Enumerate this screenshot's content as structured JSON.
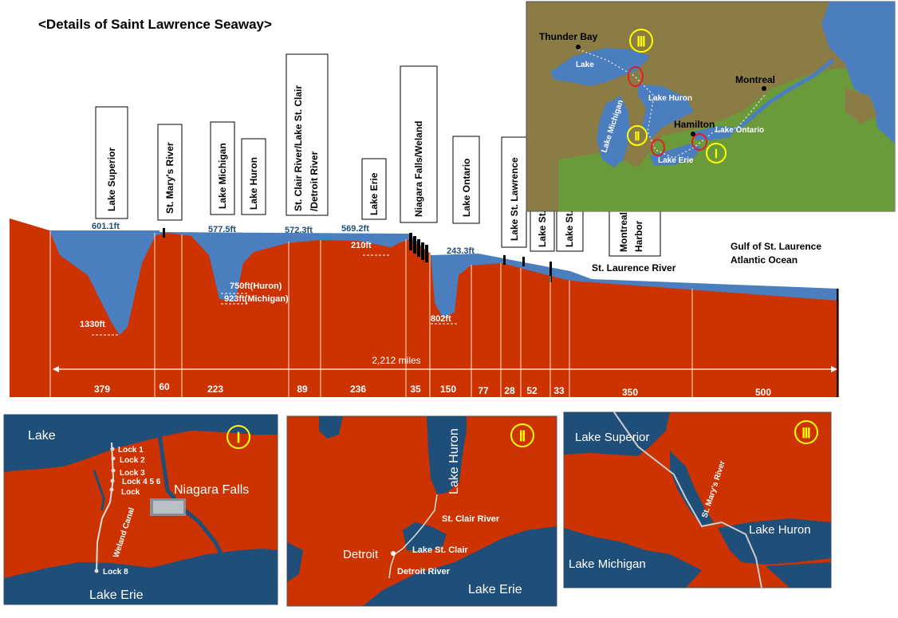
{
  "title": "<Details of Saint Lawrence Seaway>",
  "colors": {
    "land_red": "#cc3300",
    "water_blue": "#4a7ebf",
    "navy_water": "#1f4e79",
    "olive_land": "#8b7b45",
    "green_land": "#6b9a3a",
    "white": "#ffffff",
    "label_yellow": "#ffff00"
  },
  "profile": {
    "stations": [
      {
        "lines": [
          "Lake Superior"
        ]
      },
      {
        "lines": [
          "St. Mary's River"
        ]
      },
      {
        "lines": [
          "Lake Michigan"
        ]
      },
      {
        "lines": [
          "Lake Huron"
        ]
      },
      {
        "lines": [
          "St. Clair  River/Lake St. Clair",
          "/Detroit River"
        ]
      },
      {
        "lines": [
          "Lake Erie"
        ]
      },
      {
        "lines": [
          "Niagara Falls/Weland"
        ]
      },
      {
        "lines": [
          "Lake Ontario"
        ]
      },
      {
        "lines": [
          "Lake St. Lawrence"
        ]
      },
      {
        "lines": [
          "Lake St. Francis"
        ]
      },
      {
        "lines": [
          "Lake St. Louis"
        ]
      },
      {
        "lines": [
          "Montreal",
          "Harbor"
        ]
      }
    ],
    "elevations": [
      "601.1ft",
      "577.5ft",
      "572.3ft",
      "569.2ft",
      "243.3ft"
    ],
    "depths": [
      "1330ft",
      "750ft(Huron)",
      "923ft(Michigan)",
      "210ft",
      "802ft"
    ],
    "segment_miles": [
      "379",
      "60",
      "223",
      "89",
      "236",
      "35",
      "150",
      "77",
      "28",
      "52",
      "33",
      "350",
      "500"
    ],
    "total_length": "2,212 miles",
    "river_label": "St. Laurence River",
    "gulf_label": [
      "Gulf of St. Laurence",
      "Atlantic Ocean"
    ]
  },
  "overview_map": {
    "cities": [
      "Thunder Bay",
      "Montreal",
      "Hamilton"
    ],
    "lakes": [
      "Lake",
      "Lake Huron",
      "Lake Michigan",
      "Lake Ontario",
      "Lake Erie"
    ],
    "markers": [
      "Ⅲ",
      "Ⅱ",
      "Ⅰ"
    ]
  },
  "insets": [
    {
      "marker": "Ⅰ",
      "labels": [
        "Lake",
        "Lake Erie",
        "Niagara Falls",
        "Weland Canal"
      ],
      "locks": [
        "Lock 1",
        "Lock 2",
        "Lock 3",
        "Lock 4 5 6",
        "Lock",
        "Lock 8"
      ]
    },
    {
      "marker": "Ⅱ",
      "labels": [
        "Lake Huron",
        "St. Clair River",
        "Lake St. Clair",
        "Detroit",
        "Detroit River",
        "Lake Erie"
      ]
    },
    {
      "marker": "Ⅲ",
      "labels": [
        "Lake Superior",
        "St. Mary's River",
        "Lake Huron",
        "Lake Michigan"
      ]
    }
  ]
}
